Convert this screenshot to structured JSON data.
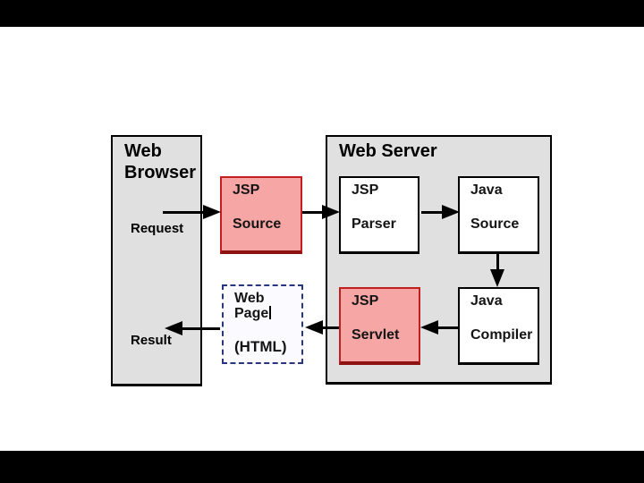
{
  "slide": {
    "background": "#ffffff",
    "letterbox_color": "#000000"
  },
  "diagram": {
    "browser": {
      "title": "Web Browser",
      "request_label": "Request",
      "result_label": "Result"
    },
    "server": {
      "title": "Web Server"
    },
    "nodes": {
      "jsp_source": {
        "line1": "JSP",
        "line2": "Source"
      },
      "jsp_parser": {
        "line1": "JSP",
        "line2": "Parser"
      },
      "java_source": {
        "line1": "Java",
        "line2": "Source"
      },
      "jsp_servlet": {
        "line1": "JSP",
        "line2": "Servlet"
      },
      "java_compiler": {
        "line1": "Java",
        "line2": "Compiler"
      },
      "web_page": {
        "line1": "Web",
        "line2": "Page",
        "line3": "(HTML)"
      }
    },
    "edges": [
      {
        "from": "Web Browser",
        "to": "JSP Source",
        "via": "Request"
      },
      {
        "from": "JSP Source",
        "to": "JSP Parser"
      },
      {
        "from": "JSP Parser",
        "to": "Java Source"
      },
      {
        "from": "Java Source",
        "to": "Java Compiler"
      },
      {
        "from": "Java Compiler",
        "to": "JSP Servlet"
      },
      {
        "from": "JSP Servlet",
        "to": "Web Page (HTML)"
      },
      {
        "from": "Web Page (HTML)",
        "to": "Web Browser",
        "via": "Result"
      }
    ],
    "colors": {
      "container_fill": "#e0e0e0",
      "container_border": "#000000",
      "white_node_fill": "#ffffff",
      "pink_node_fill": "#f7a6a6",
      "pink_node_border": "#c22020",
      "dashed_box_fill": "#fbfbff",
      "dashed_box_border": "#2a3580",
      "arrow_color": "#000000"
    }
  }
}
